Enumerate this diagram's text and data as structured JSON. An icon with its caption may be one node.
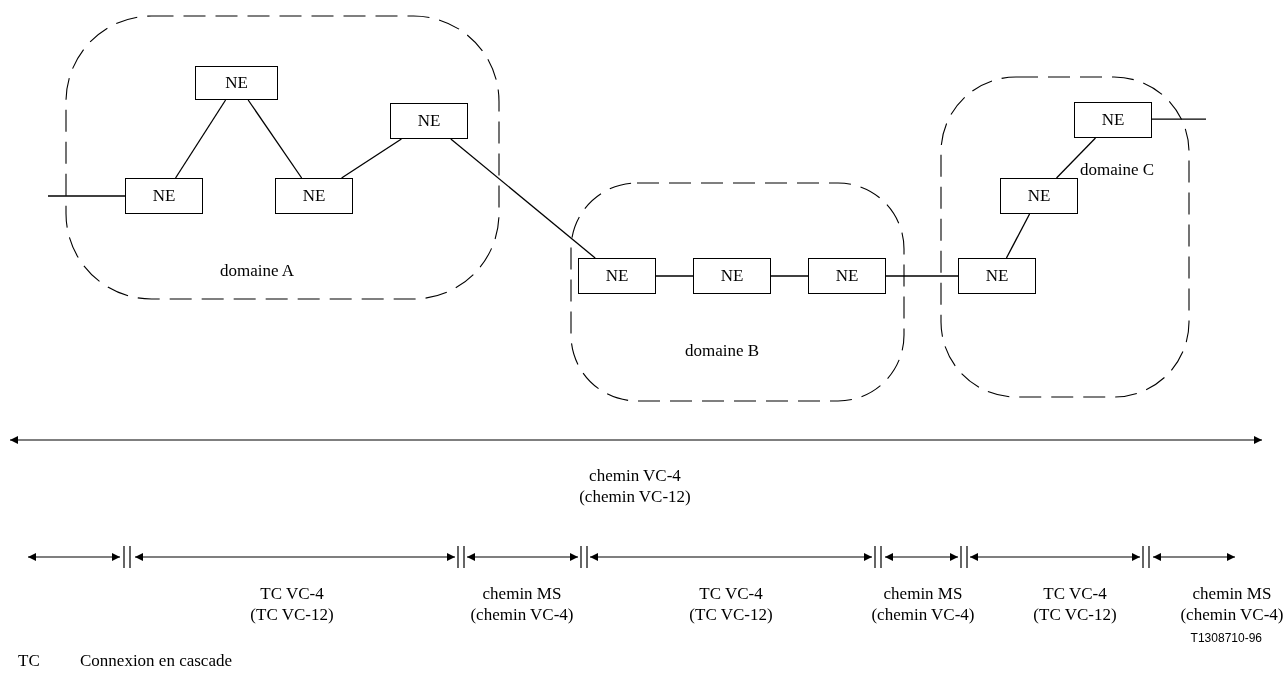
{
  "diagram": {
    "nodes": [
      {
        "text": [
          "domaine A"
        ]
      },
      {
        "text": [
          "NE"
        ],
        "in": 0
      },
      {
        "text": [
          "NE"
        ],
        "in": 0
      },
      {
        "text": [
          "NE"
        ],
        "in": 0
      },
      {
        "text": [
          "NE"
        ],
        "in": 0
      },
      {
        "text": [
          "domaine B"
        ]
      },
      {
        "text": [
          "NE"
        ],
        "in": 5
      },
      {
        "text": [
          "NE"
        ],
        "in": 5
      },
      {
        "text": [
          "NE"
        ],
        "in": 5
      },
      {
        "text": [
          "domaine C"
        ]
      },
      {
        "text": [
          "NE"
        ],
        "in": 9
      },
      {
        "text": [
          "NE"
        ],
        "in": 9
      },
      {
        "text": [
          "NE"
        ],
        "in": 9
      }
    ],
    "edges": [
      {
        "from": null,
        "to": 2,
        "arrow": "none"
      },
      {
        "from": 2,
        "to": 1,
        "arrow": "none"
      },
      {
        "from": 1,
        "to": 3,
        "arrow": "none"
      },
      {
        "from": 3,
        "to": 4,
        "arrow": "none"
      },
      {
        "from": 4,
        "to": 6,
        "arrow": "none"
      },
      {
        "from": 6,
        "to": 7,
        "arrow": "none"
      },
      {
        "from": 7,
        "to": 8,
        "arrow": "none"
      },
      {
        "from": 8,
        "to": 10,
        "arrow": "none"
      },
      {
        "from": 10,
        "to": 11,
        "arrow": "none"
      },
      {
        "from": 11,
        "to": 12,
        "arrow": "none"
      },
      {
        "from": 12,
        "to": null,
        "arrow": "none"
      }
    ],
    "labels": [
      "chemin VC-4 (chemin VC-12)",
      "TC VC-4 (TC VC-12)",
      "chemin MS (chemin VC-4)",
      "TC VC-4 (TC VC-12)",
      "chemin MS (chemin VC-4)",
      "TC VC-4 (TC VC-12)",
      "chemin MS (chemin VC-4)",
      "T1308710-96",
      "TC",
      "Connexion en cascade"
    ]
  }
}
